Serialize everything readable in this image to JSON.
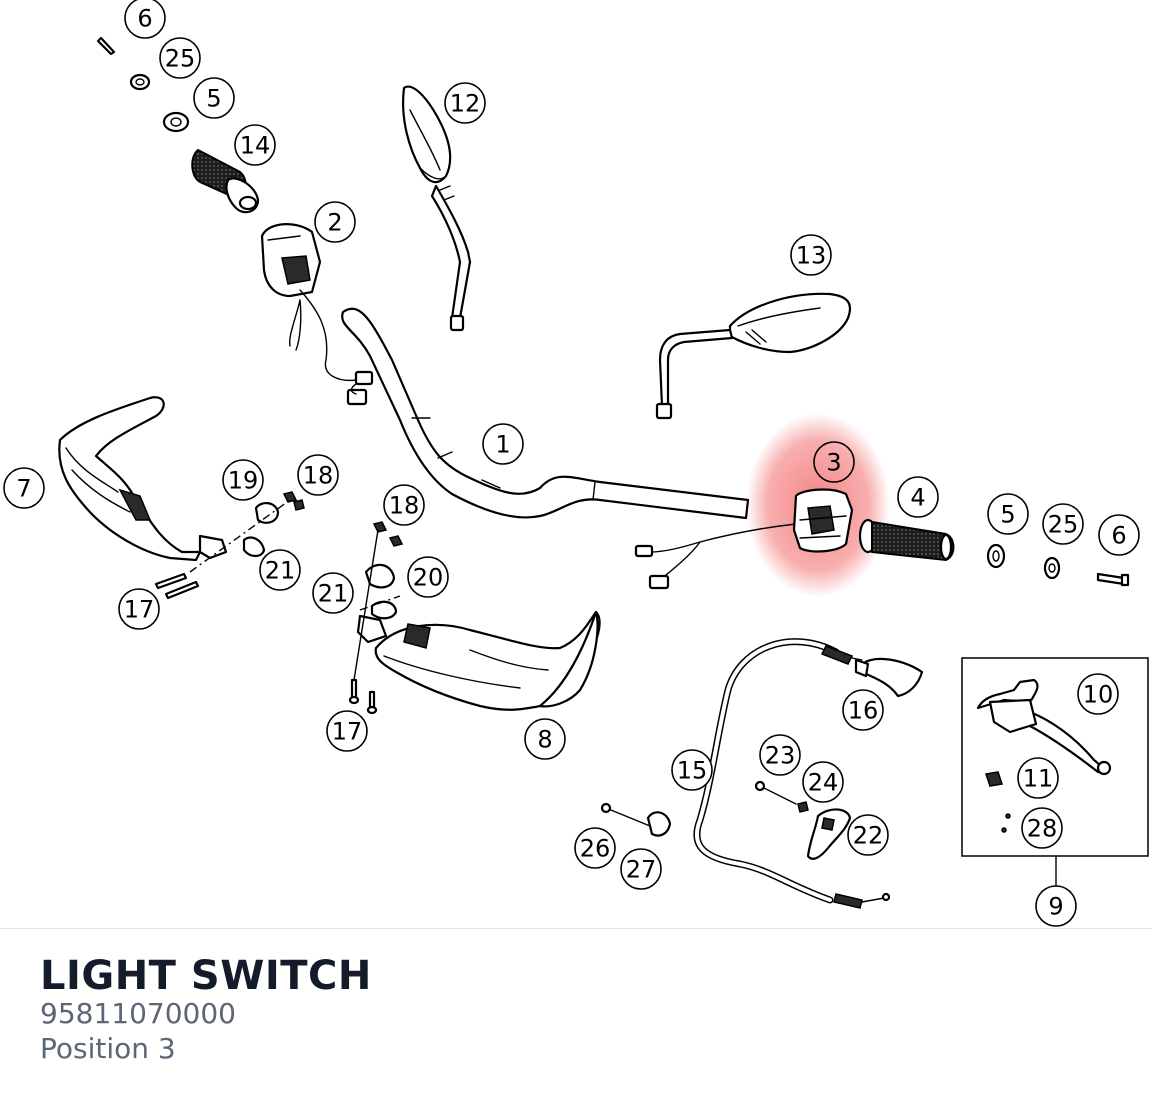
{
  "diagram": {
    "callouts": [
      {
        "id": "c6a",
        "label": "6"
      },
      {
        "id": "c25a",
        "label": "25"
      },
      {
        "id": "c5a",
        "label": "5"
      },
      {
        "id": "c14",
        "label": "14"
      },
      {
        "id": "c2",
        "label": "2"
      },
      {
        "id": "c12",
        "label": "12"
      },
      {
        "id": "c13",
        "label": "13"
      },
      {
        "id": "c1",
        "label": "1"
      },
      {
        "id": "c3",
        "label": "3"
      },
      {
        "id": "c4",
        "label": "4"
      },
      {
        "id": "c5b",
        "label": "5"
      },
      {
        "id": "c25b",
        "label": "25"
      },
      {
        "id": "c6b",
        "label": "6"
      },
      {
        "id": "c7",
        "label": "7"
      },
      {
        "id": "c19",
        "label": "19"
      },
      {
        "id": "c18a",
        "label": "18"
      },
      {
        "id": "c18b",
        "label": "18"
      },
      {
        "id": "c21a",
        "label": "21"
      },
      {
        "id": "c20",
        "label": "20"
      },
      {
        "id": "c21b",
        "label": "21"
      },
      {
        "id": "c17a",
        "label": "17"
      },
      {
        "id": "c17b",
        "label": "17"
      },
      {
        "id": "c8",
        "label": "8"
      },
      {
        "id": "c10",
        "label": "10"
      },
      {
        "id": "c11",
        "label": "11"
      },
      {
        "id": "c28",
        "label": "28"
      },
      {
        "id": "c9",
        "label": "9"
      },
      {
        "id": "c16",
        "label": "16"
      },
      {
        "id": "c15",
        "label": "15"
      },
      {
        "id": "c23",
        "label": "23"
      },
      {
        "id": "c24",
        "label": "24"
      },
      {
        "id": "c22",
        "label": "22"
      },
      {
        "id": "c26",
        "label": "26"
      },
      {
        "id": "c27",
        "label": "27"
      }
    ],
    "highlight_color": "#f26b6b",
    "highlighted_part": "3"
  },
  "selection": {
    "title": "LIGHT SWITCH",
    "part_number": "95811070000",
    "position": "Position 3"
  }
}
